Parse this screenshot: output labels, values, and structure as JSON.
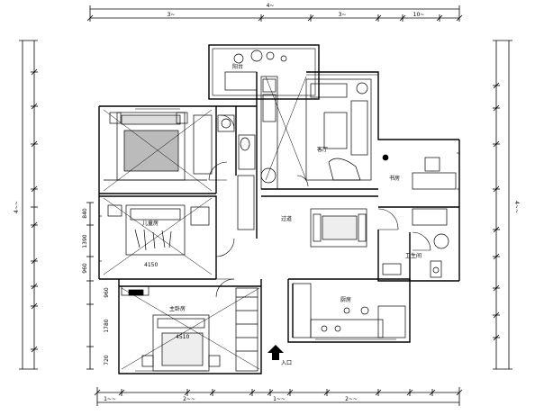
{
  "title": "",
  "dimensions": {
    "top_total": "4~",
    "top_seg_a": "3~",
    "top_seg_b": "3~",
    "top_seg_c": "10~",
    "bottom_seg_a": "1~~",
    "bottom_seg_b": "2~~",
    "bottom_seg_c": "1~~",
    "bottom_seg_d": "2~~",
    "left_total": "4~~",
    "right_total": "4~~",
    "left_840": "840",
    "left_1390": "1390",
    "left_960": "960",
    "left_1780": "1780",
    "left_720": "720"
  },
  "rooms": {
    "balcony": "阳台",
    "living": "客厅",
    "corridor": "过道",
    "study": "书房",
    "kids_room": "儿童房",
    "kids_width": "4150",
    "bathroom": "卫生间",
    "master_bedroom": "主卧房",
    "master_width": "4510",
    "kitchen": "厨房"
  },
  "entry_label": "入口"
}
